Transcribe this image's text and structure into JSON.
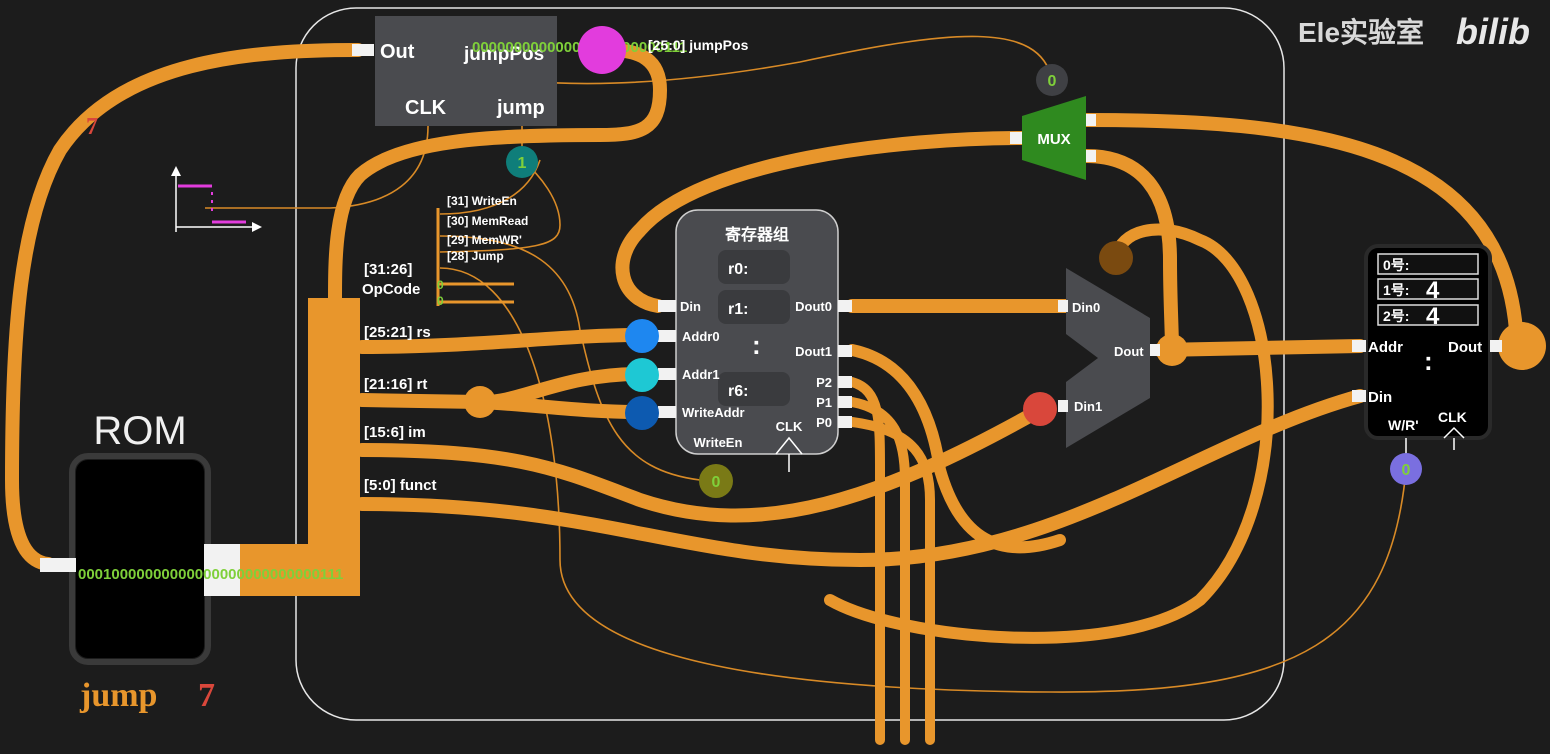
{
  "watermark": {
    "channel": "Ele实验室",
    "site": "bilib"
  },
  "colors": {
    "background": "#1c1c1c",
    "wire": "#e8962c",
    "bits_green": "#7fd03a",
    "accent_red": "#d9473b",
    "panel_grey": "#4a4b4f",
    "mux_green": "#2f8a1f"
  },
  "pc": {
    "out_label": "Out",
    "clk_label": "CLK",
    "jump_label": "jump",
    "jumppos_label": "jumpPos",
    "jumppos_bits": "00000000000000000000000111",
    "out_value": "7",
    "jump_signal": "1"
  },
  "jumppos_bus_label": "[25:0] jumpPos",
  "rom": {
    "title": "ROM",
    "instruction_bits": "00010000000000000000000000000111",
    "instruction_name": "jump",
    "instruction_value": "7"
  },
  "fields": {
    "opcode_range": "[31:26]",
    "opcode_label": "OpCode",
    "rs": "[25:21] rs",
    "rt": "[21:16] rt",
    "im": "[15:6] im",
    "funct": "[5:0] funct"
  },
  "control": {
    "write_en": "[31] WriteEn",
    "mem_read": "[30] MemRead",
    "mem_wr": "[29] MemWR'",
    "jump": "[28] Jump",
    "bits": [
      "0",
      "0"
    ]
  },
  "regfile": {
    "title": "寄存器组",
    "regs": [
      "r0:",
      "r1:",
      "r6:"
    ],
    "ellipsis": ":",
    "ports_in": [
      "Din",
      "Addr0",
      "Addr1",
      "WriteAddr"
    ],
    "ports_out": [
      "Dout0",
      "Dout1",
      "P2",
      "P1",
      "P0"
    ],
    "write_en_label": "WriteEn",
    "clk_label": "CLK",
    "write_en_value": "0"
  },
  "mux": {
    "label": "MUX",
    "select_value": "0"
  },
  "alu": {
    "din0": "Din0",
    "din1": "Din1",
    "dout": "Dout"
  },
  "ram": {
    "rows": [
      {
        "label": "0号:",
        "value": ""
      },
      {
        "label": "1号:",
        "value": "4"
      },
      {
        "label": "2号:",
        "value": "4"
      }
    ],
    "addr_label": "Addr",
    "dout_label": "Dout",
    "din_label": "Din",
    "wr_label": "W/R'",
    "clk_label": "CLK",
    "wr_value": "0",
    "ellipsis": ":"
  }
}
